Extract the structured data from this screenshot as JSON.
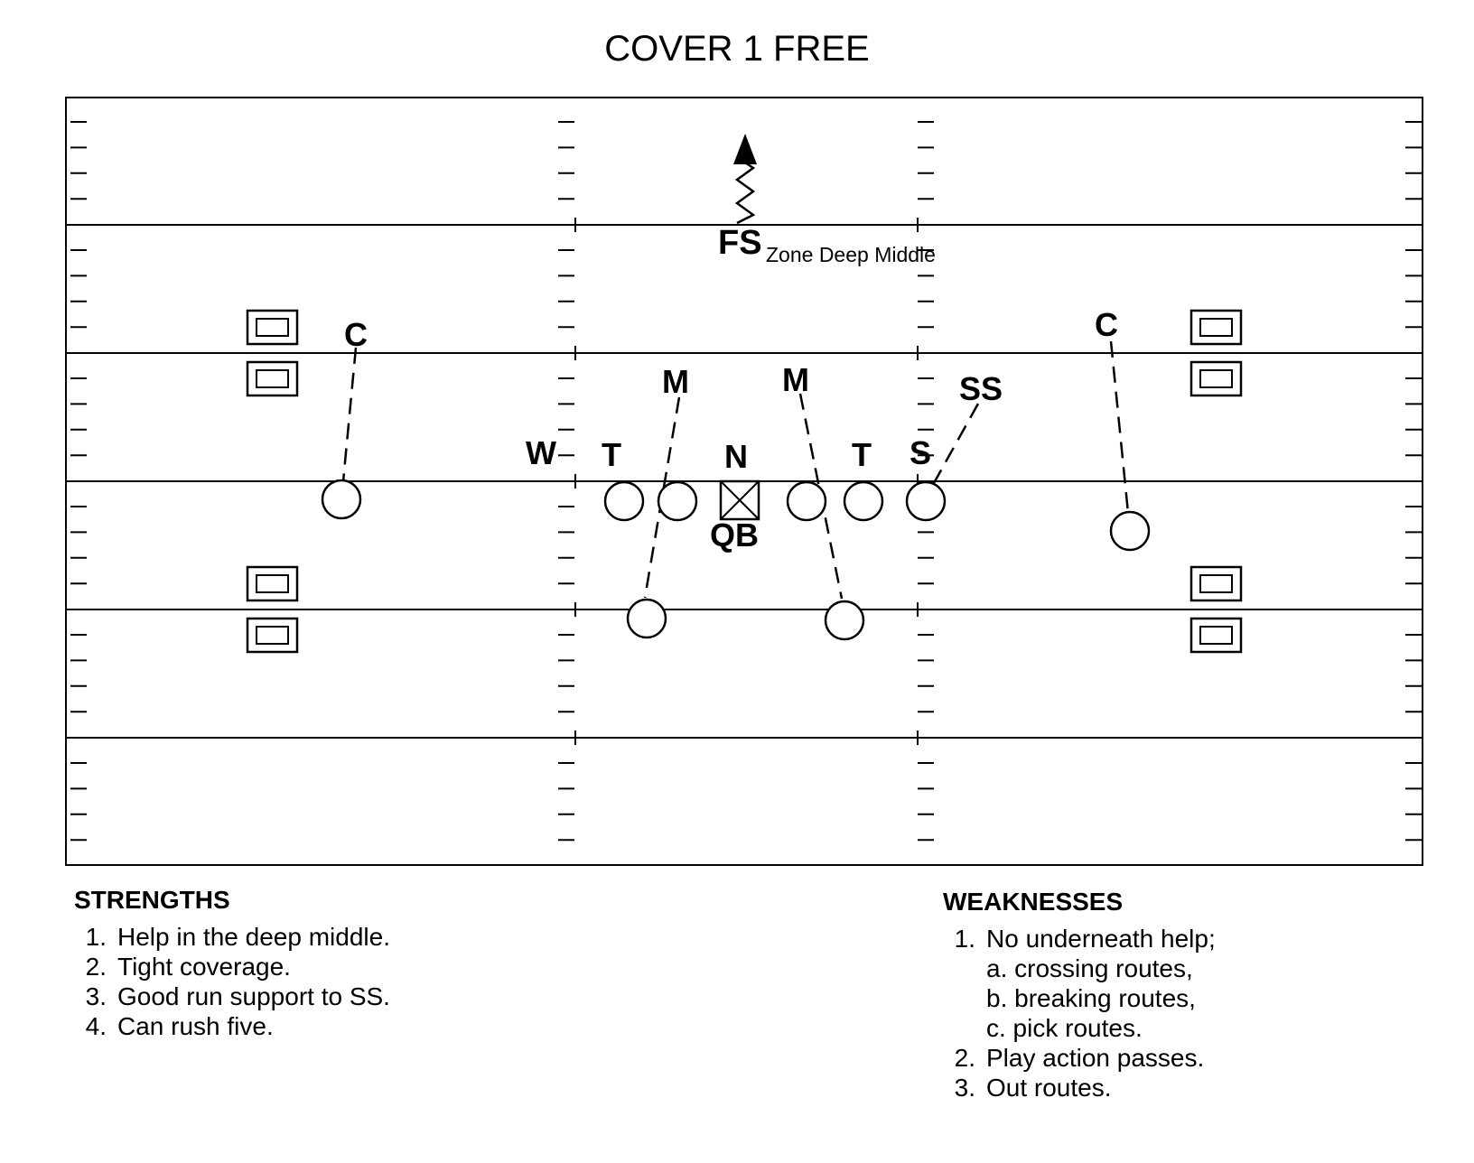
{
  "title": "COVER 1 FREE",
  "field": {
    "zone_note": "Zone Deep Middle",
    "players": {
      "fs": "FS",
      "ss": "SS",
      "c_left": "C",
      "c_right": "C",
      "m_left": "M",
      "m_right": "M",
      "w": "W",
      "t_left": "T",
      "n": "N",
      "t_right": "T",
      "s": "S",
      "qb": "QB"
    }
  },
  "strengths": {
    "heading": "STRENGTHS",
    "items": [
      {
        "num": "1.",
        "text": "Help in the deep middle."
      },
      {
        "num": "2.",
        "text": "Tight coverage."
      },
      {
        "num": "3.",
        "text": "Good run support to SS."
      },
      {
        "num": "4.",
        "text": "Can rush five."
      }
    ]
  },
  "weaknesses": {
    "heading": "WEAKNESSES",
    "item1": {
      "num": "1.",
      "text": "No underneath help;"
    },
    "subitems": [
      "a. crossing routes,",
      "b. breaking routes,",
      "c. pick routes."
    ],
    "item2": {
      "num": "2.",
      "text": "Play action passes."
    },
    "item3": {
      "num": "3.",
      "text": "Out routes."
    }
  }
}
